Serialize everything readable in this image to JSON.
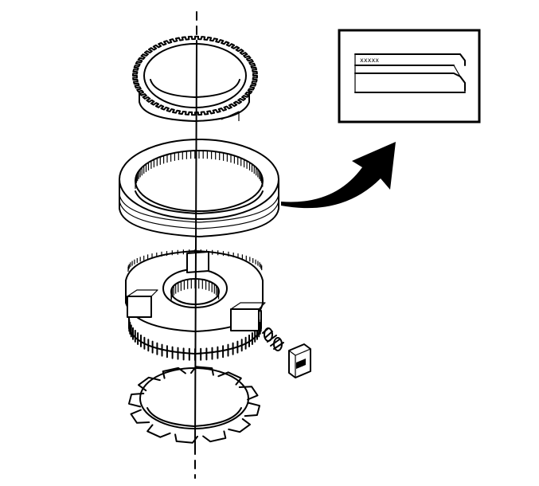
{
  "figure": {
    "kind": "exploded-view",
    "components": [
      {
        "id": "upper-synchronizer-ring",
        "teeth": 60
      },
      {
        "id": "synchronizer-sleeve",
        "splines": 48
      },
      {
        "id": "synchronizer-hub",
        "teeth": 36
      },
      {
        "id": "detent-spring"
      },
      {
        "id": "detent-key"
      },
      {
        "id": "lower-synchronizer-ring",
        "lugs": 12
      }
    ],
    "inset": {
      "detail": "sleeve-groove-profile",
      "marking": "xxxxx"
    },
    "colors": {
      "ink": "#000000",
      "background": "#ffffff"
    },
    "icons": {
      "arrow": "curved-arrow-icon",
      "axis": "centerline-axis"
    }
  }
}
